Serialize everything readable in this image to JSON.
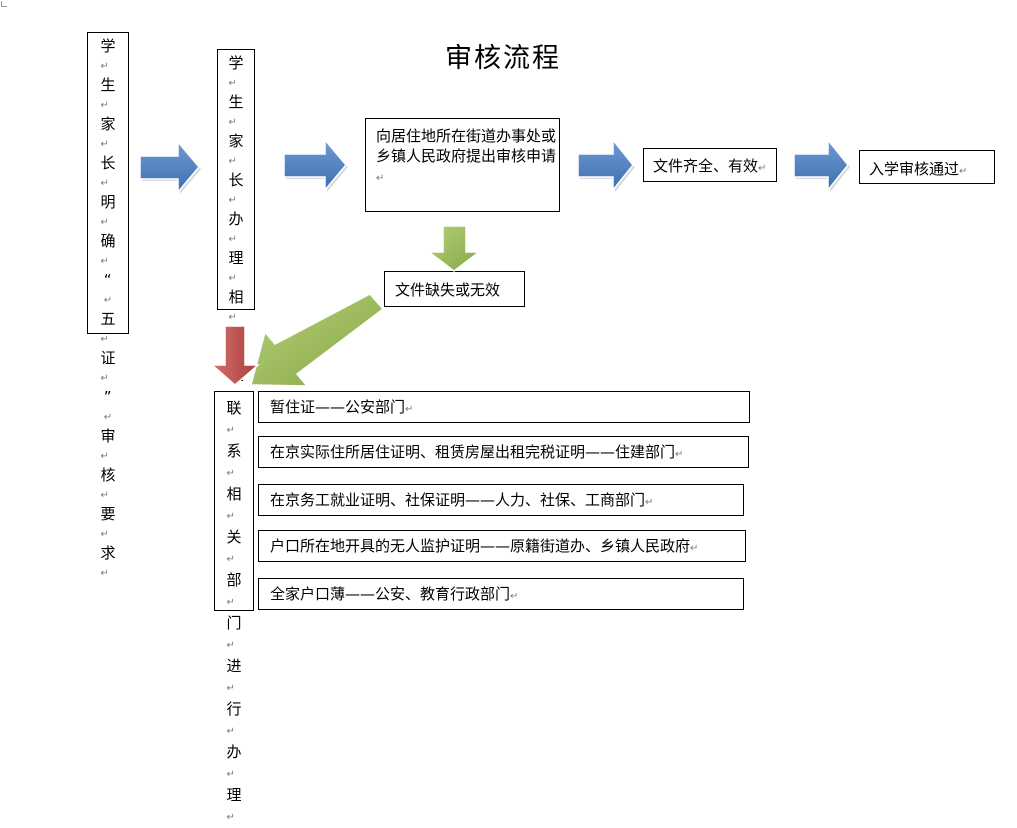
{
  "title": "审核流程",
  "boxes": {
    "requirements": "学生家长明确“五证”审核要求",
    "materials": "学生家长办理相关证明材料",
    "application": "向居住地所在街道办事处或乡镇人民政府提出审核申请",
    "complete": "文件齐全、有效",
    "approved": "入学审核通过",
    "missing": "文件缺失或无效",
    "contact": "联系相关部门进行办理"
  },
  "departments": [
    "暂住证——公安部门",
    "在京实际住所居住证明、租赁房屋出租完税证明——住建部门",
    "在京务工就业证明、社保证明——人力、社保、工商部门",
    "户口所在地开具的无人监护证明——原籍街道办、乡镇人民政府",
    "全家户口薄——公安、教育行政部门"
  ],
  "return_mark": "↵",
  "colors": {
    "blue_arrow": "#4f81bd",
    "green_arrow": "#9bbb59",
    "red_arrow": "#c0504d",
    "border": "#000000"
  }
}
